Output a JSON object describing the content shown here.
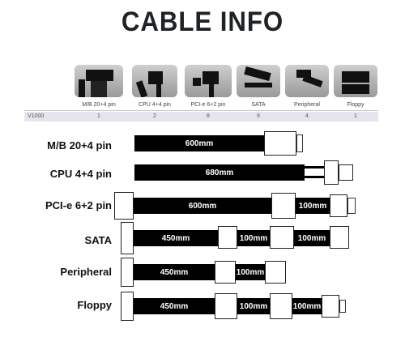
{
  "title": "CABLE INFO",
  "table": {
    "row_label": "V1000",
    "columns": [
      {
        "header": "M/B 20+4 pin",
        "count": "1"
      },
      {
        "header": "CPU 4+4 pin",
        "count": "2"
      },
      {
        "header": "PCI-e 6+2 pin",
        "count": "8"
      },
      {
        "header": "SATA",
        "count": "9"
      },
      {
        "header": "Peripheral",
        "count": "4"
      },
      {
        "header": "Floppy",
        "count": "1"
      }
    ]
  },
  "cables": [
    {
      "name": "M/B 20+4 pin",
      "segments": [
        "600mm"
      ]
    },
    {
      "name": "CPU 4+4 pin",
      "segments": [
        "680mm"
      ]
    },
    {
      "name": "PCI-e 6+2 pin",
      "segments": [
        "600mm",
        "100mm"
      ]
    },
    {
      "name": "SATA",
      "segments": [
        "450mm",
        "100mm",
        "100mm"
      ]
    },
    {
      "name": "Peripheral",
      "segments": [
        "450mm",
        "100mm"
      ]
    },
    {
      "name": "Floppy",
      "segments": [
        "450mm",
        "100mm",
        "100mm"
      ]
    }
  ]
}
